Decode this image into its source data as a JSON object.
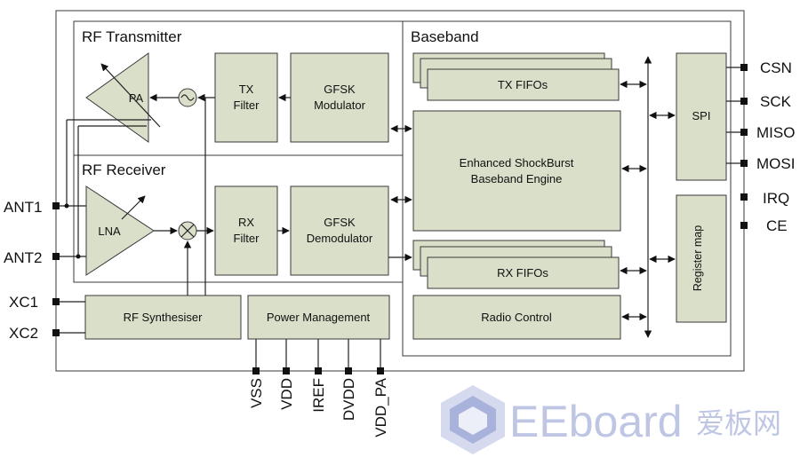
{
  "sections": {
    "rf_transmitter": "RF Transmitter",
    "rf_receiver": "RF Receiver",
    "baseband": "Baseband"
  },
  "blocks": {
    "pa": "PA",
    "lna": "LNA",
    "tx_filter": [
      "TX",
      "Filter"
    ],
    "rx_filter": [
      "RX",
      "Filter"
    ],
    "gfsk_modulator": [
      "GFSK",
      "Modulator"
    ],
    "gfsk_demodulator": [
      "GFSK",
      "Demodulator"
    ],
    "tx_fifos": "TX FIFOs",
    "rx_fifos": "RX FIFOs",
    "engine": [
      "Enhanced ShockBurst",
      "Baseband Engine"
    ],
    "radio_control": "Radio Control",
    "spi": "SPI",
    "register_map": "Register map",
    "rf_synthesiser": "RF Synthesiser",
    "power_management": "Power Management"
  },
  "pins": {
    "left": [
      "ANT1",
      "ANT2",
      "XC1",
      "XC2"
    ],
    "right": [
      "CSN",
      "SCK",
      "MISO",
      "MOSI",
      "IRQ",
      "CE"
    ],
    "bottom": [
      "VSS",
      "VDD",
      "IREF",
      "DVDD",
      "VDD_PA"
    ]
  },
  "watermark": {
    "brand": "EEboard",
    "cn": "爱板网"
  },
  "colors": {
    "block_fill": "#d9dfc9",
    "line": "#222222",
    "watermark": "#aab4dc"
  }
}
